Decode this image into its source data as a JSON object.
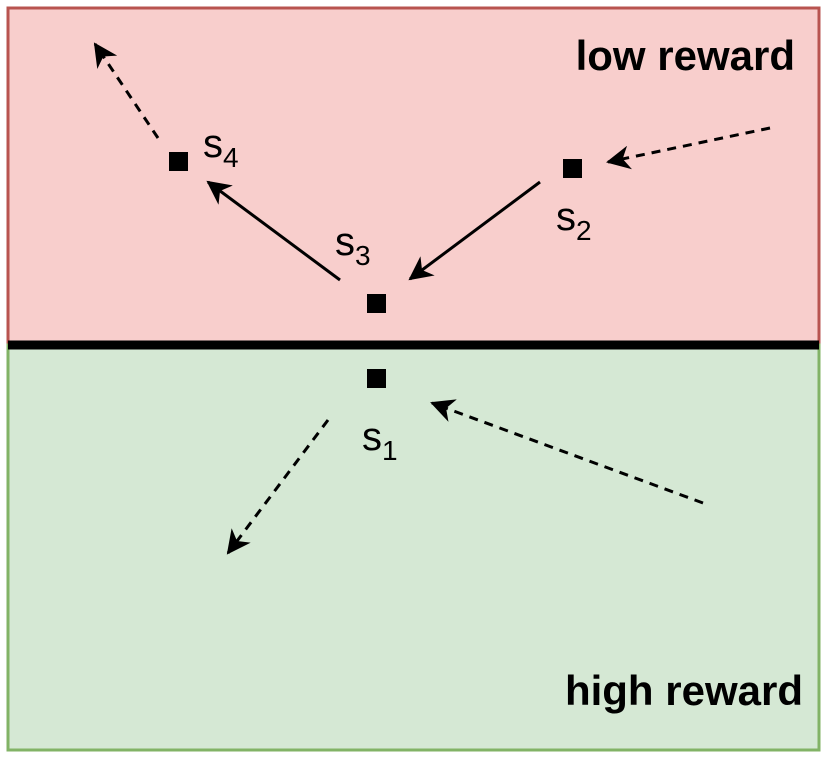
{
  "regions": {
    "low": {
      "label": "low reward",
      "fill": "#f8cecc",
      "stroke": "#b85450"
    },
    "high": {
      "label": "high reward",
      "fill": "#d5e8d4",
      "stroke": "#82b366"
    },
    "boundary_color": "#000000"
  },
  "states": [
    {
      "id": "s1",
      "base": "s",
      "sub": "1"
    },
    {
      "id": "s2",
      "base": "s",
      "sub": "2"
    },
    {
      "id": "s3",
      "base": "s",
      "sub": "3"
    },
    {
      "id": "s4",
      "base": "s",
      "sub": "4"
    }
  ],
  "transitions": [
    {
      "from": "s2",
      "to": "s3",
      "style": "solid"
    },
    {
      "from": "s3",
      "to": "s4",
      "style": "solid"
    },
    {
      "from": "offscreen-right",
      "to": "s2",
      "style": "dashed"
    },
    {
      "from": "s4",
      "to": "offscreen-top-left",
      "style": "dashed"
    },
    {
      "from": "offscreen-bottom-right",
      "to": "s1",
      "style": "dashed"
    },
    {
      "from": "s1",
      "to": "offscreen-bottom-left",
      "style": "dashed"
    }
  ]
}
